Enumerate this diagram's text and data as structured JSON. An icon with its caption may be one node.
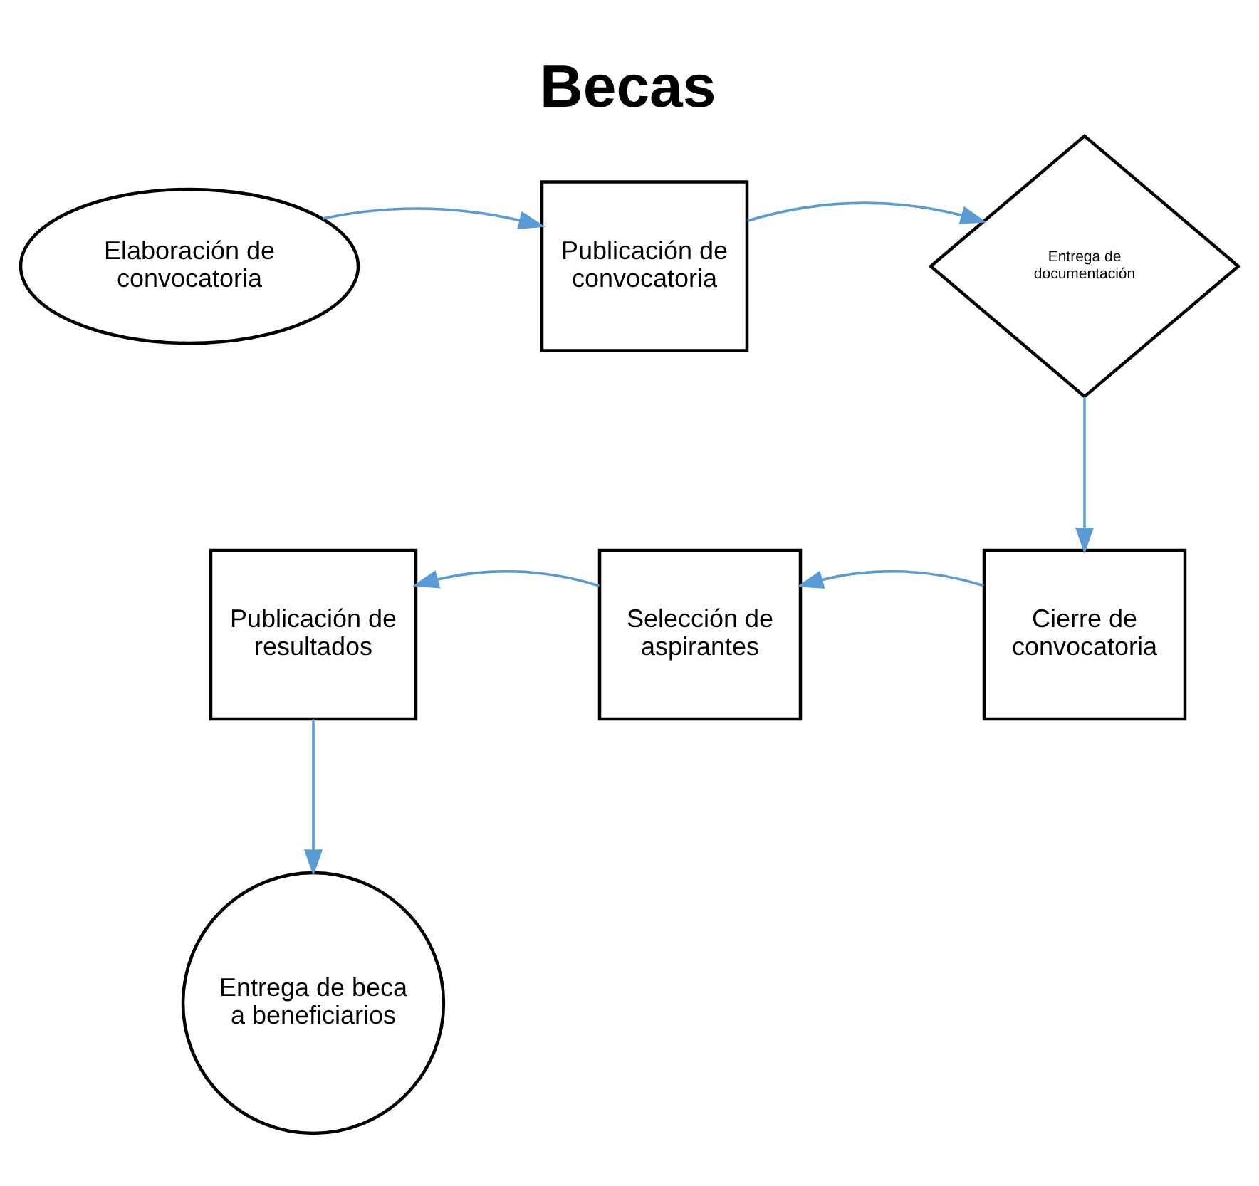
{
  "diagram": {
    "title": "Becas",
    "nodes": [
      {
        "text": [
          "Elaboración de convocatoria"
        ]
      },
      {
        "text": [
          "Publicación de convocatoria"
        ]
      },
      {
        "text": [
          "Entrega de documentación"
        ]
      },
      {
        "text": [
          "Cierre de convocatoria"
        ]
      },
      {
        "text": [
          "Selección de aspirantes"
        ]
      },
      {
        "text": [
          "Publicación de resultados"
        ]
      },
      {
        "text": [
          "Entrega de beca a beneficiarios"
        ]
      }
    ],
    "edges": [
      {
        "from": 0,
        "to": 1,
        "arrow": "to"
      },
      {
        "from": 1,
        "to": 2,
        "arrow": "to"
      },
      {
        "from": 2,
        "to": 3,
        "arrow": "to"
      },
      {
        "from": 3,
        "to": 4,
        "arrow": "to"
      },
      {
        "from": 4,
        "to": 5,
        "arrow": "to"
      },
      {
        "from": 5,
        "to": 6,
        "arrow": "to"
      }
    ]
  }
}
